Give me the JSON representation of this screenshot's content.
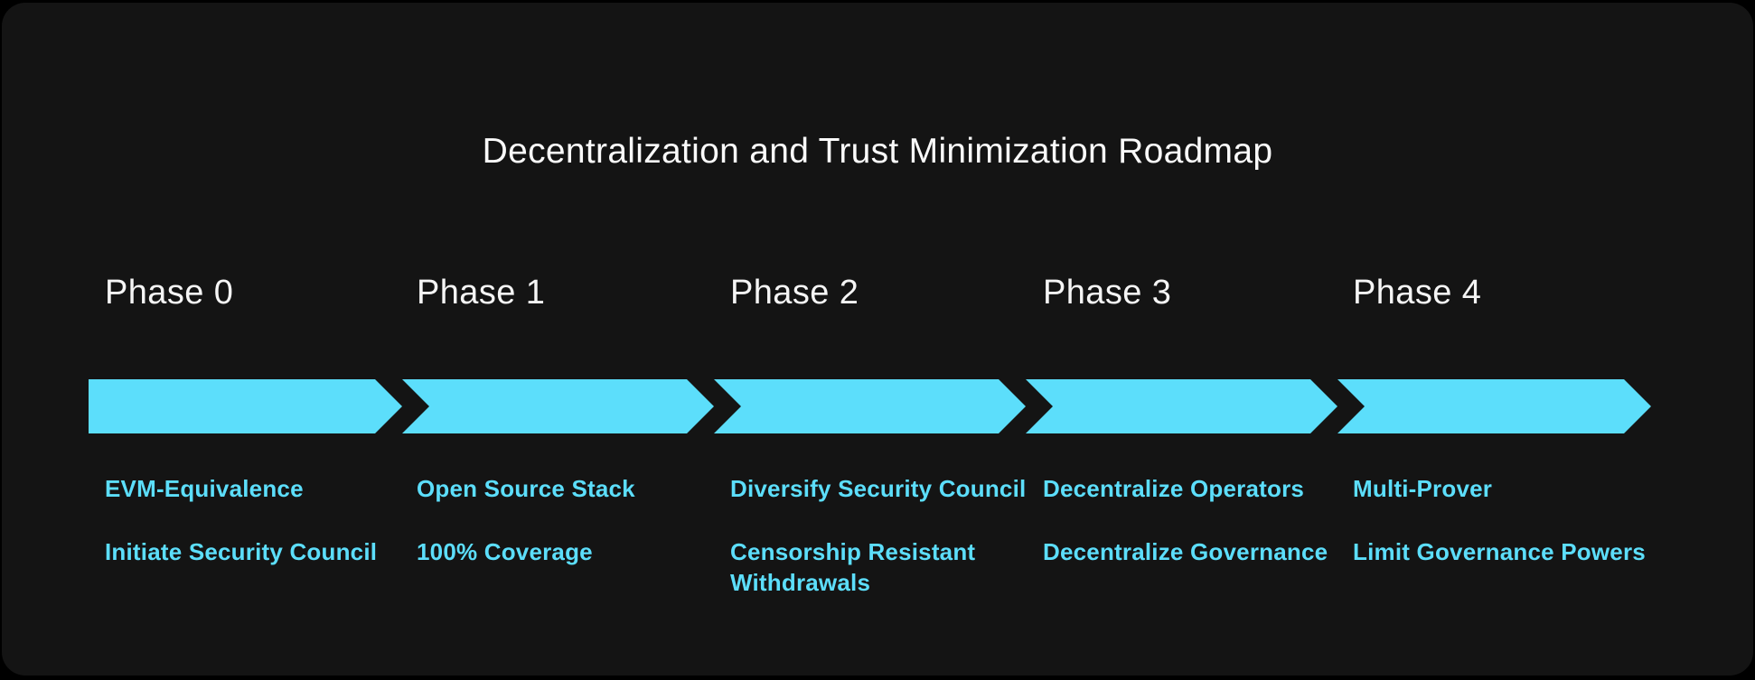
{
  "title": "Decentralization and Trust Minimization Roadmap",
  "colors": {
    "background": "#000000",
    "panel": "#141414",
    "accent_cyan": "#5CDEFB",
    "heading_white": "#F5F5F5"
  },
  "phases": [
    {
      "label": "Phase 0",
      "items": [
        "EVM-Equivalence",
        "Initiate Security Council"
      ]
    },
    {
      "label": "Phase 1",
      "items": [
        "Open Source Stack",
        "100% Coverage"
      ]
    },
    {
      "label": "Phase 2",
      "items": [
        "Diversify Security Council",
        "Censorship Resistant Withdrawals"
      ]
    },
    {
      "label": "Phase 3",
      "items": [
        "Decentralize Operators",
        "Decentralize Governance"
      ]
    },
    {
      "label": "Phase 4",
      "items": [
        "Multi-Prover",
        "Limit Governance Powers"
      ]
    }
  ]
}
